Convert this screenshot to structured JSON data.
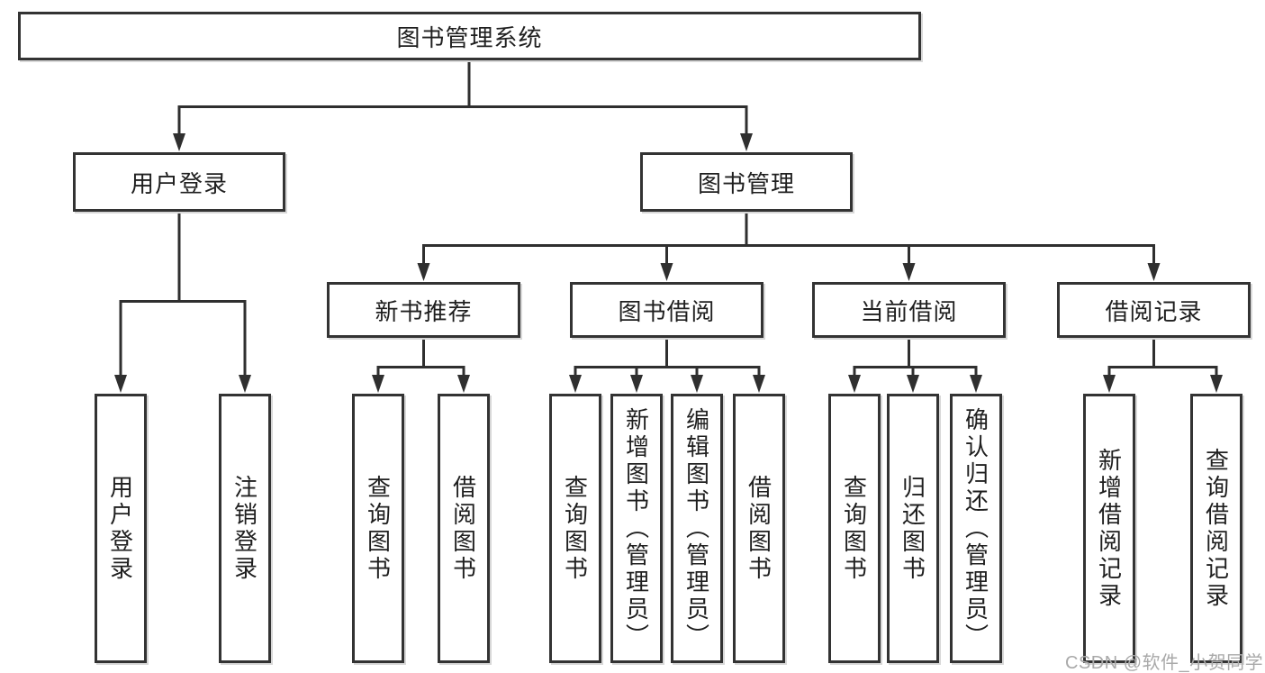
{
  "diagram": {
    "type": "tree",
    "title": "图书管理系统",
    "watermark": "CSDN @软件_小贺同学",
    "colors": {
      "background": "#ffffff",
      "box_fill": "#ffffff",
      "box_border": "#333333",
      "line": "#2f2f2f",
      "text": "#1f1f1f",
      "watermark": "#a9a9a9"
    },
    "nodes": {
      "root": {
        "label": "图书管理系统"
      },
      "user_login": {
        "label": "用户登录"
      },
      "book_mgmt": {
        "label": "图书管理"
      },
      "new_book_rec": {
        "label": "新书推荐"
      },
      "book_borrow": {
        "label": "图书借阅"
      },
      "current_borrow": {
        "label": "当前借阅"
      },
      "borrow_records": {
        "label": "借阅记录"
      },
      "leaf_user_login": {
        "label": "用户登录"
      },
      "leaf_logout": {
        "label": "注销登录"
      },
      "leaf_rec_query_books": {
        "label": "查询图书"
      },
      "leaf_rec_borrow_books": {
        "label": "借阅图书"
      },
      "leaf_bb_query_books": {
        "label": "查询图书"
      },
      "leaf_bb_add_books": {
        "label": "新增图书（管理员）"
      },
      "leaf_bb_edit_books": {
        "label": "编辑图书（管理员）"
      },
      "leaf_bb_borrow_books": {
        "label": "借阅图书"
      },
      "leaf_cb_query_books": {
        "label": "查询图书"
      },
      "leaf_cb_return_books": {
        "label": "归还图书"
      },
      "leaf_cb_confirm_return": {
        "label": "确认归还（管理员）"
      },
      "leaf_br_add_record": {
        "label": "新增借阅记录"
      },
      "leaf_br_query_record": {
        "label": "查询借阅记录"
      }
    },
    "hierarchy": {
      "图书管理系统": {
        "用户登录": [
          "用户登录",
          "注销登录"
        ],
        "图书管理": {
          "新书推荐": [
            "查询图书",
            "借阅图书"
          ],
          "图书借阅": [
            "查询图书",
            "新增图书（管理员）",
            "编辑图书（管理员）",
            "借阅图书"
          ],
          "当前借阅": [
            "查询图书",
            "归还图书",
            "确认归还（管理员）"
          ],
          "借阅记录": [
            "新增借阅记录",
            "查询借阅记录"
          ]
        }
      }
    }
  }
}
